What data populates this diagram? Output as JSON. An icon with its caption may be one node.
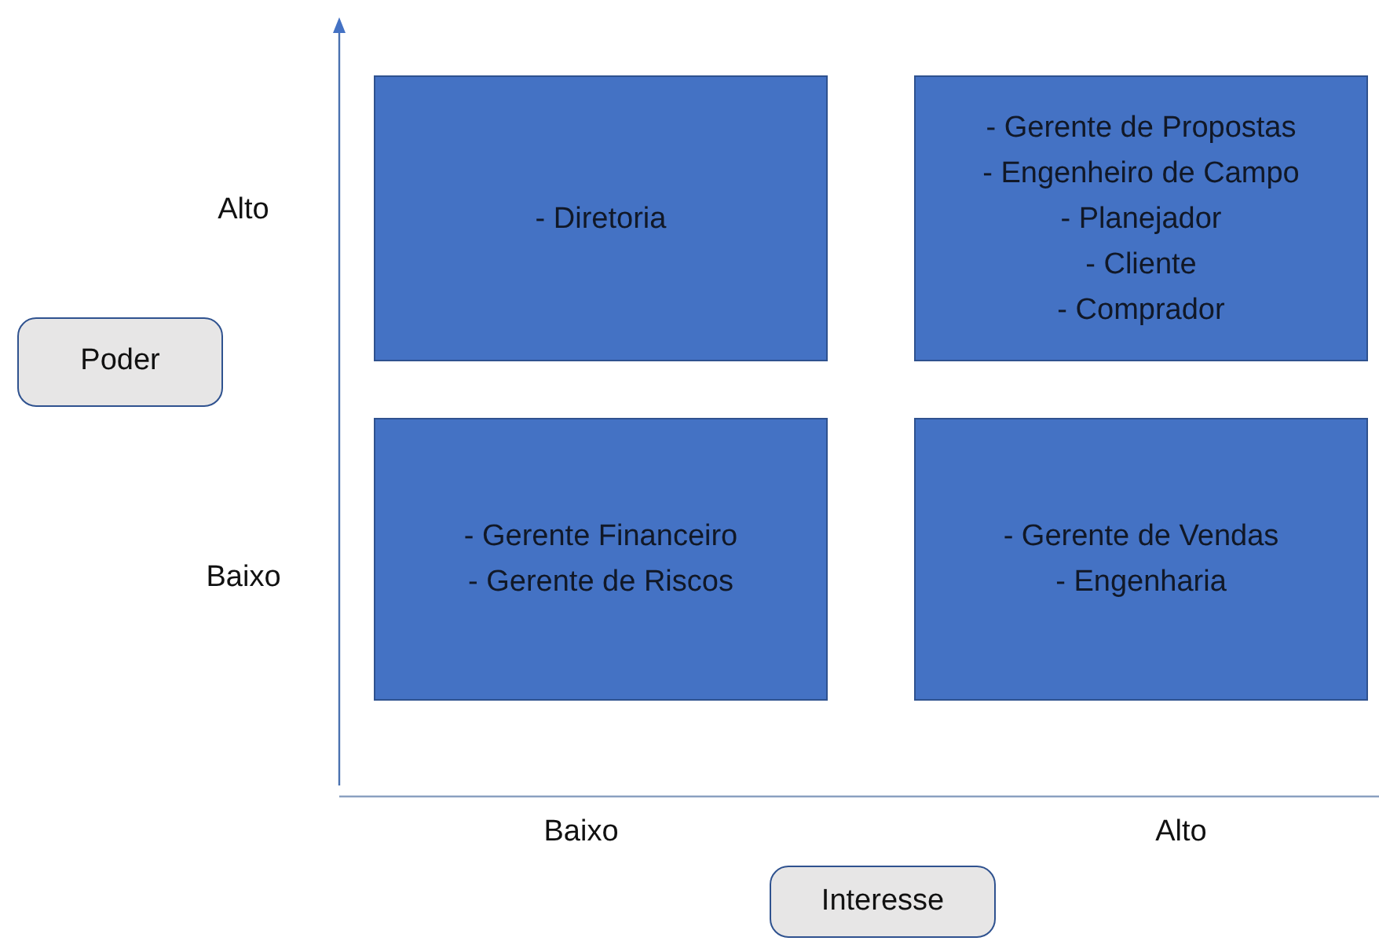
{
  "diagram": {
    "nodes": [
      {
        "text": [
          "- Diretoria"
        ]
      },
      {
        "text": [
          "- Gerente de Propostas",
          "- Engenheiro de Campo",
          "- Planejador",
          "- Cliente",
          "- Comprador"
        ]
      },
      {
        "text": [
          "- Gerente Financeiro",
          "- Gerente de Riscos"
        ]
      },
      {
        "text": [
          "- Gerente de Vendas",
          "- Engenharia"
        ]
      },
      {
        "text": [
          "Poder"
        ]
      },
      {
        "text": [
          "Interesse"
        ]
      }
    ],
    "labels": [
      "Alto",
      "Baixo",
      "Baixo",
      "Alto"
    ]
  }
}
